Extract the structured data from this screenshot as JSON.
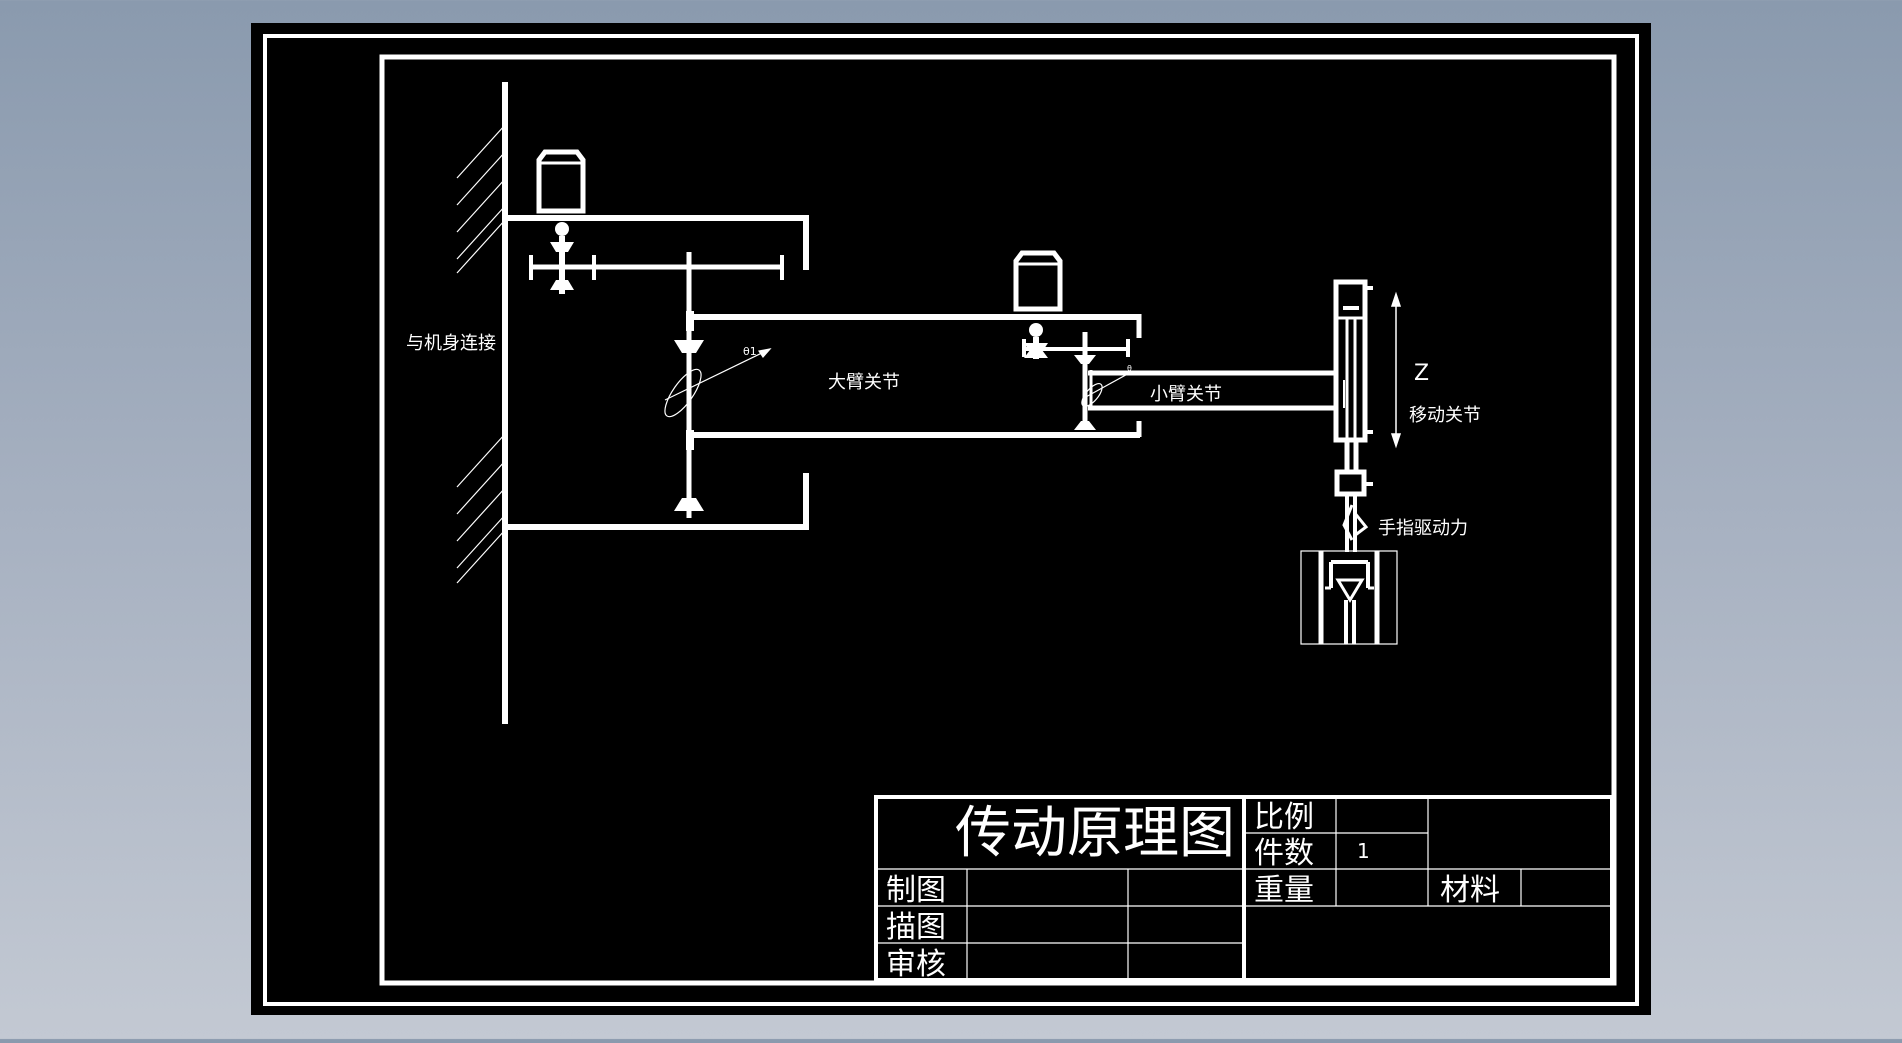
{
  "drawing": {
    "colors": {
      "background": "#000000",
      "line": "#ffffff",
      "viewport_bg": "#9aa6b8"
    },
    "labels": {
      "body_connection": "与机身连接",
      "big_arm_joint": "大臂关节",
      "small_arm_joint": "小臂关节",
      "theta1": "θ1",
      "theta2": "θ",
      "z_axis": "Z",
      "moving_joint": "移动关节",
      "finger_drive": "手指驱动力"
    }
  },
  "title_block": {
    "title": "传动原理图",
    "scale_label": "比例",
    "quantity_label": "件数",
    "quantity_value": "1",
    "weight_label": "重量",
    "material_label": "材料",
    "drawn_label": "制图",
    "traced_label": "描图",
    "checked_label": "审核"
  }
}
